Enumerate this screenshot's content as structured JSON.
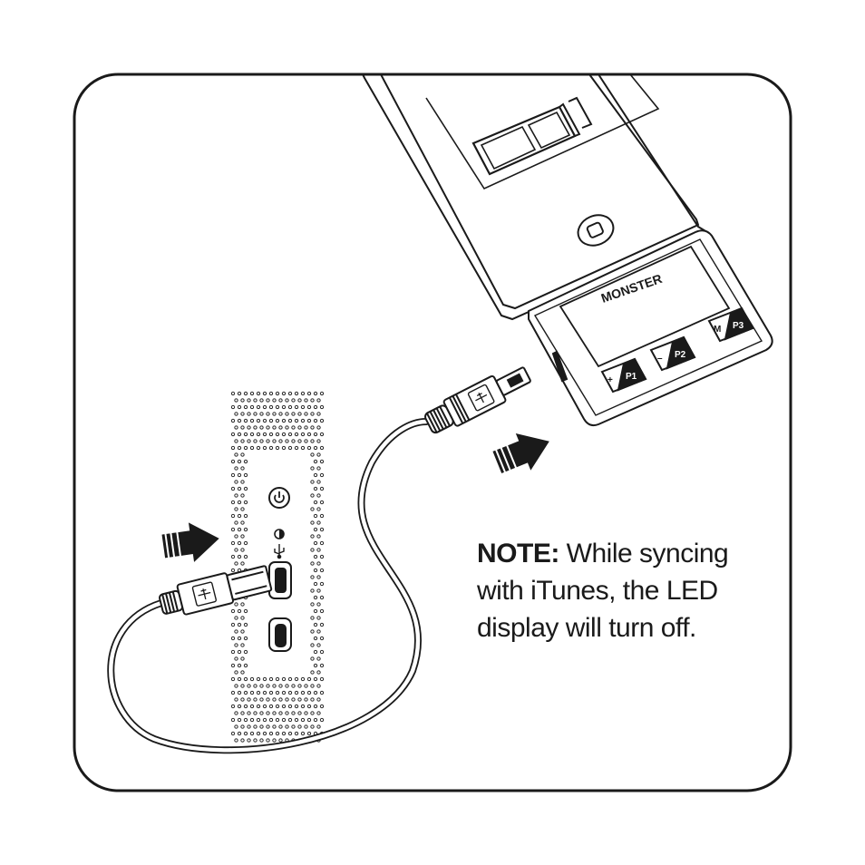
{
  "note": {
    "lead": "NOTE:",
    "lines": [
      "While syncing",
      "with iTunes, the LED",
      "display will turn off."
    ]
  },
  "transmitter": {
    "brand": "MONSTER",
    "buttons": [
      {
        "symbol": "+",
        "preset": "P1"
      },
      {
        "symbol": "–",
        "preset": "P2"
      },
      {
        "symbol": "M",
        "preset": "P3"
      }
    ]
  },
  "icons": {
    "power": "power-icon",
    "indicator": "half-moon-icon",
    "usb": "usb-icon",
    "arrow": "insert-arrow-icon",
    "home": "home-button-icon",
    "battery": "battery-icon"
  },
  "colors": {
    "line": "#1a1a1a",
    "background": "#ffffff",
    "button_dark": "#1a1a1a"
  }
}
